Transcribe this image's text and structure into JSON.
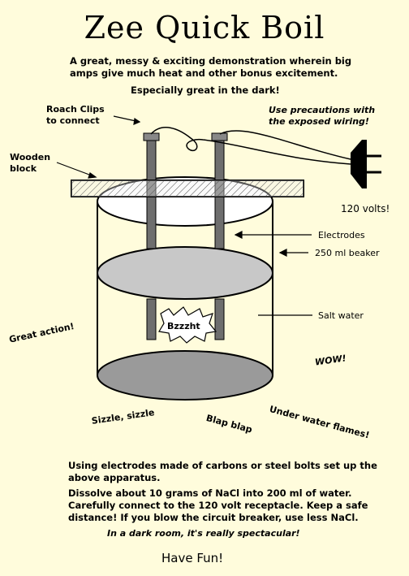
{
  "title": "Zee Quick Boil",
  "intro": {
    "line1": "A great, messy & exciting demonstration wherein big",
    "line2": "amps give much heat and other bonus excitement.",
    "tagline": "Especially great in the dark!"
  },
  "labels": {
    "roach_clips_1": "Roach Clips",
    "roach_clips_2": "to connect",
    "wooden_1": "Wooden",
    "wooden_2": "block",
    "precautions_1": "Use precautions with",
    "precautions_2": "the exposed wiring!",
    "volts": "120 volts!",
    "electrodes": "Electrodes",
    "beaker": "250 ml beaker",
    "salt_water": "Salt water",
    "bzzzht": "Bzzzht",
    "great_action": "Great action!",
    "wow": "WOW!",
    "sizzle": "Sizzle, sizzle",
    "blap": "Blap blap",
    "flames": "Under water flames!"
  },
  "instructions": {
    "p1_line1": "Using electrodes made of carbons or steel bolts set up the",
    "p1_line2": "above apparatus.",
    "p2_line1": "Dissolve about 10 grams of NaCl into 200 ml of water.",
    "p2_line2": "Carefully connect to the 120 volt receptacle.  Keep a safe",
    "p2_line3": "distance!  If you blow the circuit breaker, use less NaCl.",
    "dark_room": "In a dark room, it's really spectacular!",
    "have_fun": "Have Fun!"
  }
}
